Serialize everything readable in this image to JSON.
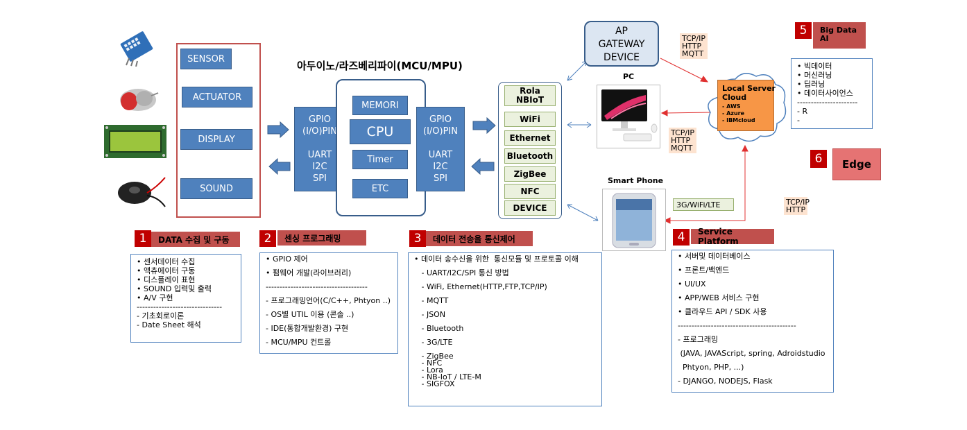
{
  "left_blocks": [
    "SENSOR",
    "ACTUATOR",
    "DISPLAY",
    "SOUND"
  ],
  "mcu": {
    "title": "아두이노/라즈베리파이(MCU/MPU)",
    "left_pins": "GPIO\n(I/O)PIN\n\nUART\nI2C\nSPI",
    "right_pins": "GPIO\n(I/O)PIN\n\nUART\nI2C\nSPI",
    "memori": "MEMORI",
    "cpu": "CPU",
    "timer": "Timer",
    "etc": "ETC"
  },
  "comm_modules": [
    "Rola\nNBIoT",
    "WiFi",
    "Ethernet",
    "Bluetooth",
    "ZigBee",
    "NFC",
    "DEVICE"
  ],
  "ap_gateway": "AP\nGATEWAY\nDEVICE",
  "protocols_top": "TCP/IP\nHTTP\nMQTT",
  "protocols_mid": "TCP/IP\nHTTP\nMQTT",
  "protocols_right": "TCP/IP\nHTTP",
  "pc_label": "PC",
  "smartphone_label": "Smart Phone",
  "mobile_net": "3G/WiFi/LTE",
  "cloud": {
    "title": "Local Server\nCloud",
    "items": "- AWS\n- Azure\n- IBMcloud"
  },
  "sections": {
    "s1": {
      "num": "1",
      "title": "DATA 수집 및 구동",
      "body": "• 센서데이터 수집\n• 액츄에이터 구동\n• 디스플레이 표현\n• SOUND 입력및 출력\n• A/V 구현\n-------------------------------\n- 기초회로이론\n- Date Sheet 해석"
    },
    "s2": {
      "num": "2",
      "title": "센싱 프로그래밍",
      "body": "• GPIO 제어\n\n• 펌웨어 개발(라이브러리)\n\n-------------------------------------\n\n- 프로그래밍언어(C/C++, Phtyon ..)\n\n- OS별 UTIL 이용 (콘솔 ..)\n\n- IDE(통합개발환경) 구현\n\n- MCU/MPU 컨트롤"
    },
    "s3": {
      "num": "3",
      "title": "데이터 전송을 통신제어",
      "body": "• 데이터 송수신을 위한  통신모듈 및 프로토콜 이해\n\n   - UART/I2C/SPI 통신 방법\n\n   - WiFi, Ethernet(HTTP,FTP,TCP/IP)\n\n   - MQTT\n\n   - JSON\n\n   - Bluetooth\n\n   - 3G/LTE\n\n   - ZigBee\n   - NFC\n   - Lora\n   - NB-IoT / LTE-M\n   - SIGFOX"
    },
    "s4": {
      "num": "4",
      "title": "Service Platform",
      "body": "• 서버및 데이터베이스\n\n• 프론트/백엔드\n\n• UI/UX\n\n• APP/WEB 서비스 구현\n\n• 클라우드 API / SDK 사용\n\n-------------------------------------------\n\n- 프로그래밍\n\n (JAVA, JAVAScript, spring, Adroidstudio\n\n  Phtyon, PHP, ...)\n\n- DJANGO, NODEJS, Flask"
    },
    "s5": {
      "num": "5",
      "title": "Big Data\nAI",
      "body": "• 빅데이터\n• 머신러닝\n• 딥러닝\n• 데이터사이언스\n----------------------\n- R\n-"
    },
    "s6": {
      "num": "6",
      "title": "Edge"
    }
  }
}
